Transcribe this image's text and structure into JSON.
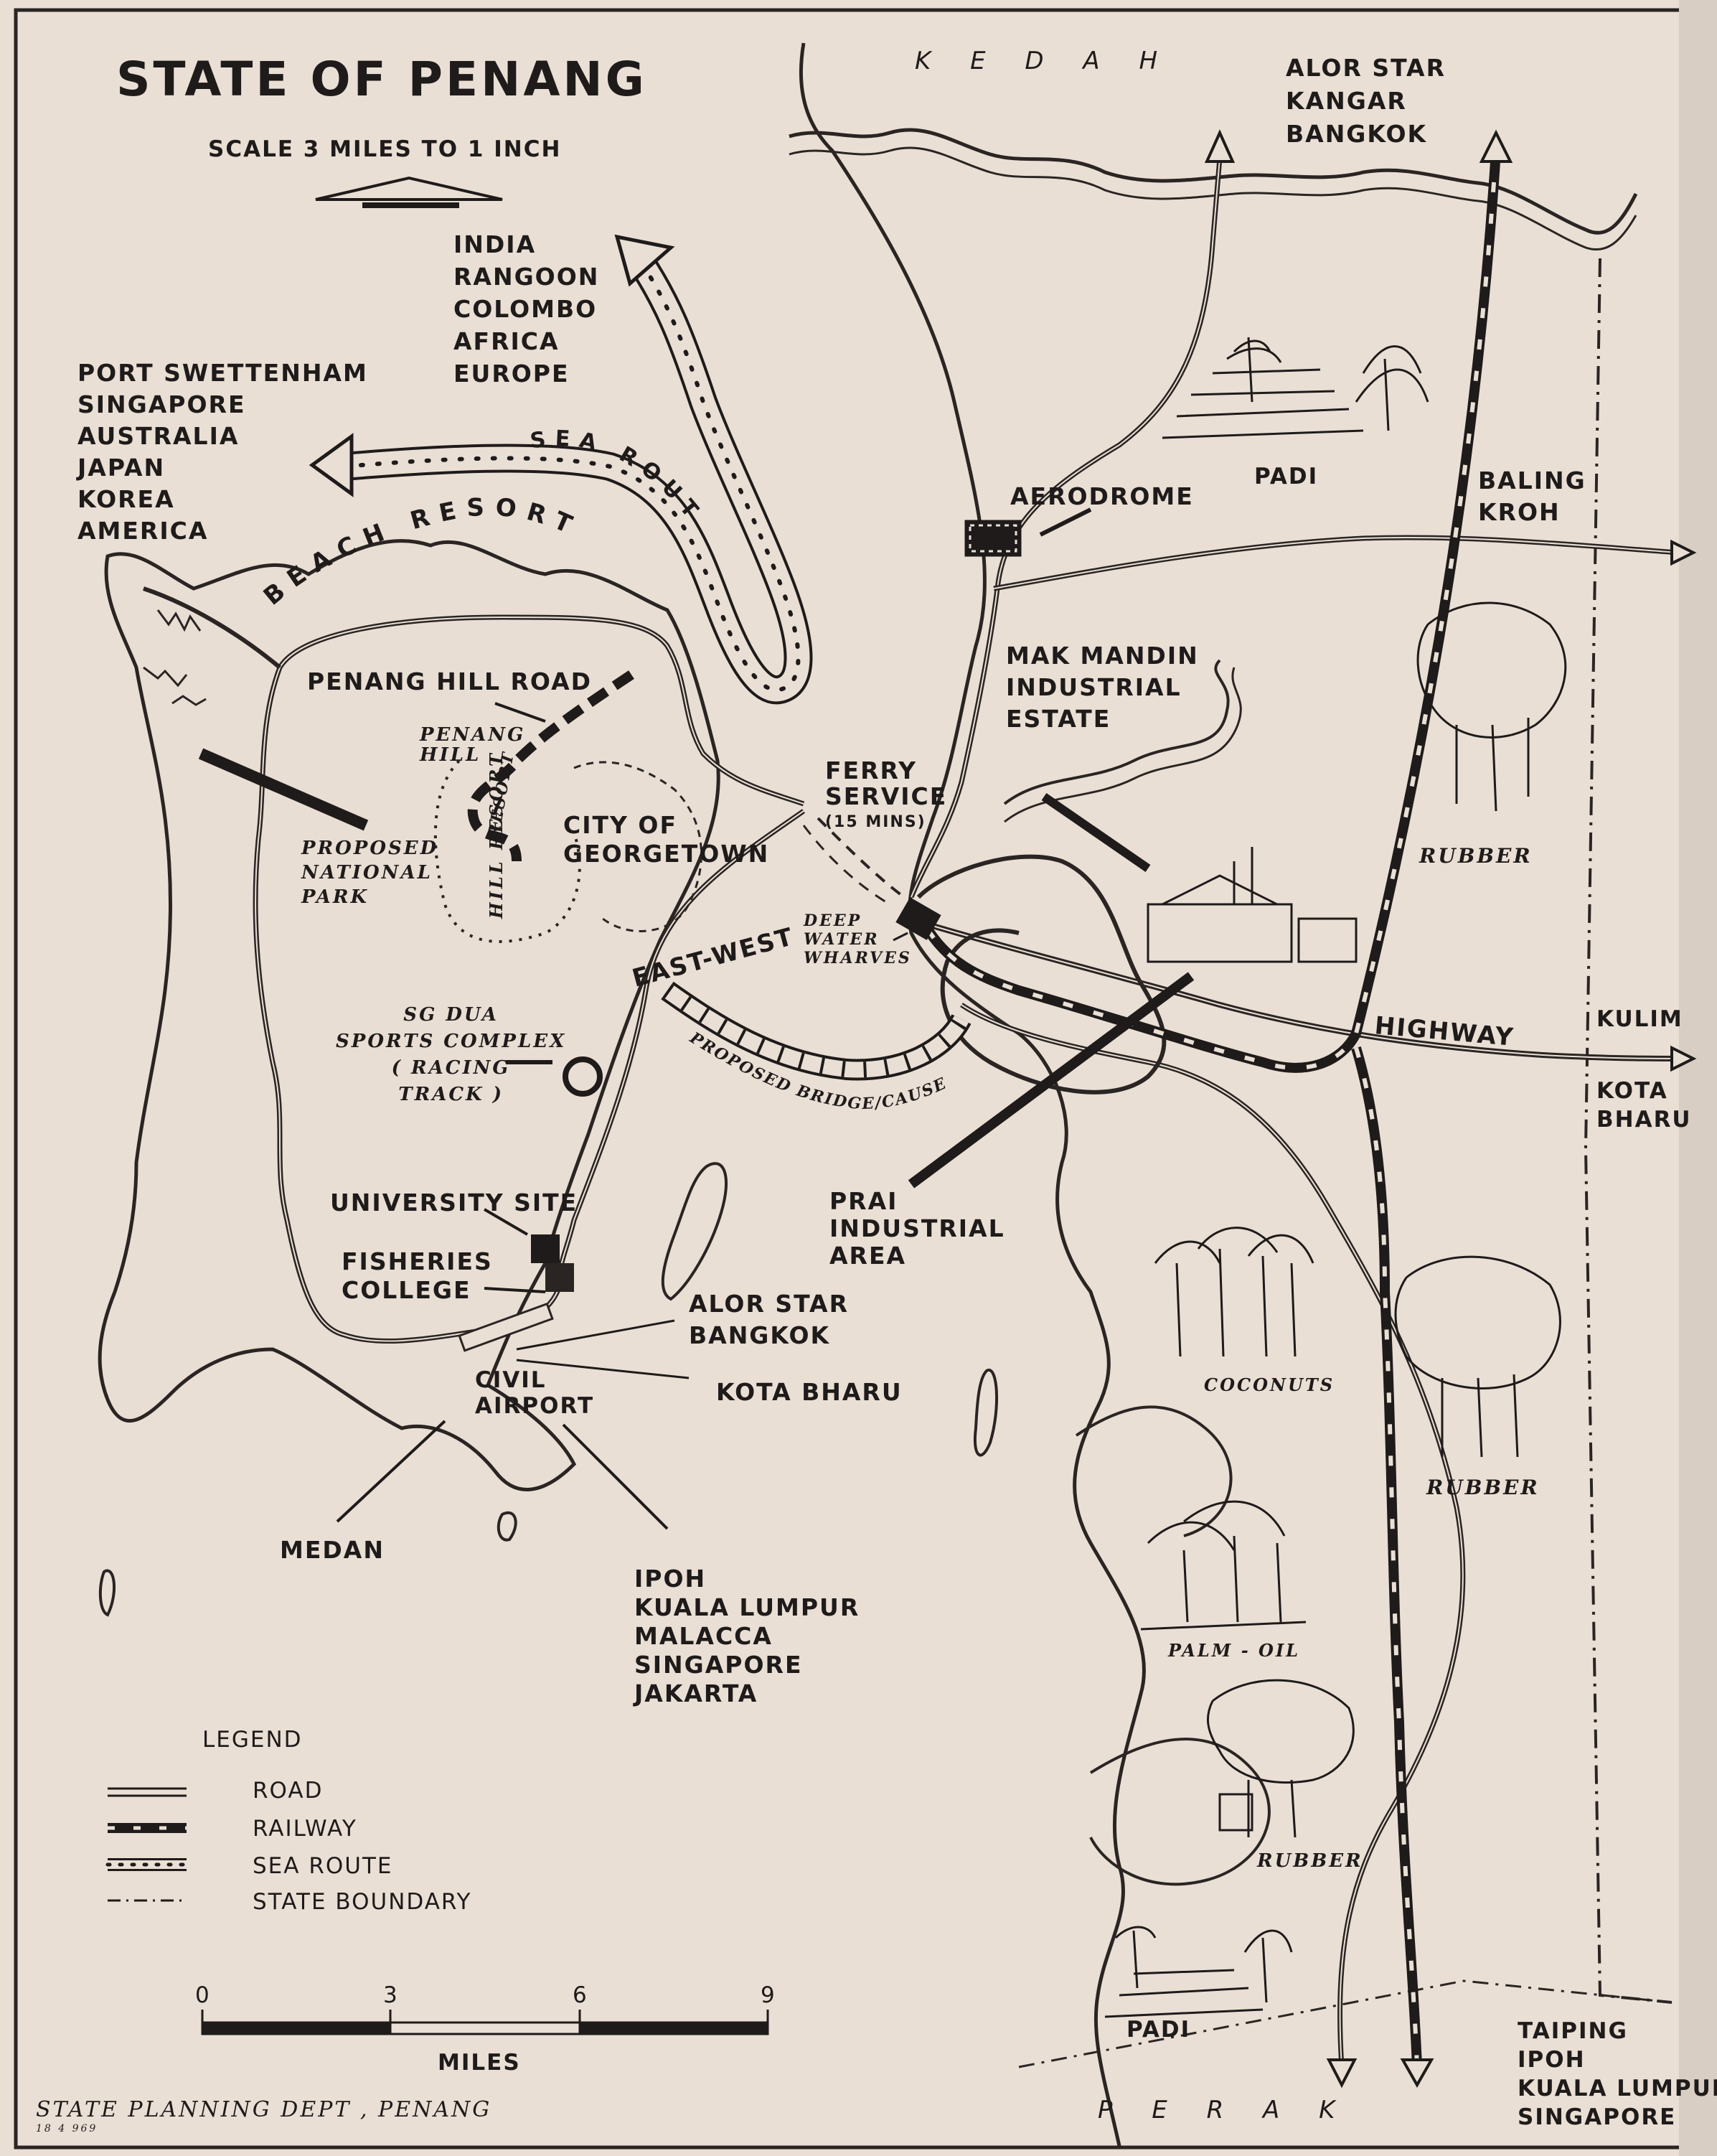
{
  "title": "STATE OF PENANG",
  "scale_text": "SCALE  3 MILES TO 1 INCH",
  "regions": {
    "kedah": "K E D A H",
    "perak": "P E R A K"
  },
  "destinations": {
    "north": [
      "ALOR STAR",
      "KANGAR",
      "BANGKOK"
    ],
    "sea_north": [
      "INDIA",
      "RANGOON",
      "COLOMBO",
      "AFRICA",
      "EUROPE"
    ],
    "sea_west": [
      "PORT SWETTENHAM",
      "SINGAPORE",
      "AUSTRALIA",
      "JAPAN",
      "KOREA",
      "AMERICA"
    ],
    "east": [
      "BALING",
      "KROH"
    ],
    "east_highway": [
      "KULIM",
      "KOTA",
      "BHARU"
    ],
    "south": [
      "TAIPING",
      "IPOH",
      "KUALA LUMPUR",
      "SINGAPORE"
    ],
    "air_north": [
      "ALOR STAR",
      "BANGKOK"
    ],
    "air_east": "KOTA BHARU",
    "air_west": "MEDAN",
    "air_south": [
      "IPOH",
      "KUALA LUMPUR",
      "MALACCA",
      "SINGAPORE",
      "JAKARTA"
    ]
  },
  "places": {
    "sea_route": "SEA ROUTE",
    "beach_resort": "BEACH RESORT",
    "penang_hill_road": "PENANG HILL ROAD",
    "penang_hill": [
      "PENANG",
      "HILL"
    ],
    "hill_resort": "HILL RESORT",
    "national_park": [
      "PROPOSED",
      "NATIONAL",
      "PARK"
    ],
    "georgetown": [
      "CITY OF",
      "GEORGETOWN"
    ],
    "ferry": [
      "FERRY",
      "SERVICE",
      "(15 MINS)"
    ],
    "wharves": [
      "DEEP",
      "WATER",
      "WHARVES"
    ],
    "aerodrome": "AERODROME",
    "mak_mandin": [
      "MAK MANDIN",
      "INDUSTRIAL",
      "ESTATE"
    ],
    "east_west_highway": "EAST-WEST",
    "highway": "HIGHWAY",
    "sports": [
      "SG DUA",
      "SPORTS COMPLEX",
      "( RACING",
      "TRACK )"
    ],
    "bridge": "PROPOSED BRIDGE/CAUSEWAY",
    "prai": [
      "PRAI",
      "INDUSTRIAL",
      "AREA"
    ],
    "university": "UNIVERSITY SITE",
    "fisheries": [
      "FISHERIES",
      "COLLEGE"
    ],
    "airport": [
      "CIVIL",
      "AIRPORT"
    ],
    "crops": {
      "padi_north": "PADI",
      "rubber_1": "RUBBER",
      "coconuts": "COCONUTS",
      "rubber_2": "RUBBER",
      "palm_oil": "PALM - OIL",
      "rubber_3": "RUBBER",
      "padi_south": "PADI"
    }
  },
  "legend": {
    "heading": "LEGEND",
    "items": [
      "ROAD",
      "RAILWAY",
      "SEA  ROUTE",
      "STATE  BOUNDARY"
    ]
  },
  "scalebar": {
    "ticks": [
      "0",
      "3",
      "6",
      "9"
    ],
    "unit": "MILES"
  },
  "credit": "STATE  PLANNING  DEPT , PENANG",
  "credit_date": "18 4 969"
}
